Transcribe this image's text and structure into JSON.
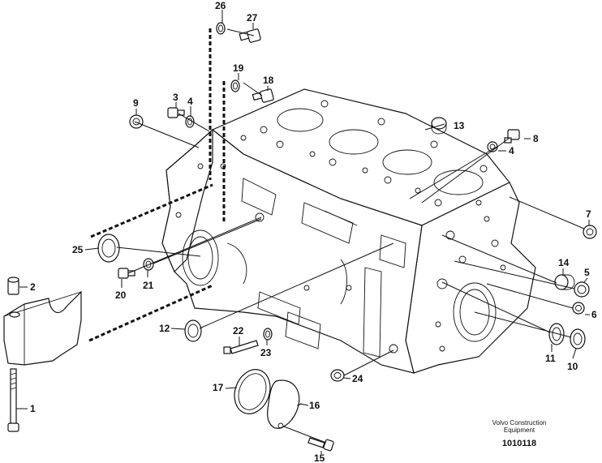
{
  "diagram": {
    "part_labels": {
      "p1": "1",
      "p2": "2",
      "p3": "3",
      "p4a": "4",
      "p4b": "4",
      "p5": "5",
      "p6": "6",
      "p7": "7",
      "p8": "8",
      "p9": "9",
      "p10": "10",
      "p11": "11",
      "p12": "12",
      "p13": "13",
      "p14": "14",
      "p15": "15",
      "p16": "16",
      "p17": "17",
      "p18": "18",
      "p19": "19",
      "p20": "20",
      "p21": "21",
      "p22": "22",
      "p23": "23",
      "p24": "24",
      "p25": "25",
      "p26": "26",
      "p27": "27"
    },
    "footer": {
      "brand_line1": "Volvo Construction",
      "brand_line2": "Equipment",
      "drawing_number": "1010118"
    }
  }
}
